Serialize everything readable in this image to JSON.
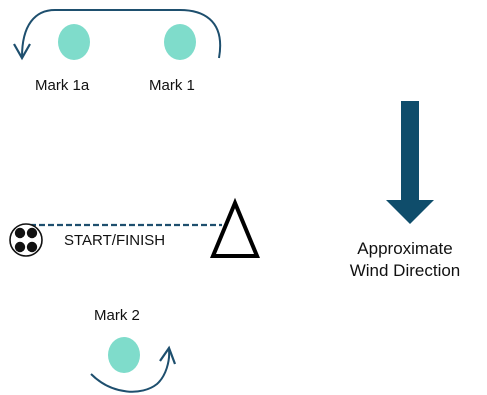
{
  "marks": {
    "mark_1a": {
      "label": "Mark 1a"
    },
    "mark_1": {
      "label": "Mark 1"
    },
    "mark_2": {
      "label": "Mark 2"
    }
  },
  "start_finish": {
    "label": "START/FINISH"
  },
  "wind": {
    "line1": "Approximate",
    "line2": "Wind Direction"
  },
  "colors": {
    "mark_fill": "#7fdccb",
    "course_line": "#1e4f6e",
    "wind_arrow": "#0f4d6b",
    "committee_boat": "#000000"
  },
  "icons": {
    "pin_buoy": "pin-buoy-icon",
    "committee_boat": "triangle-icon"
  }
}
